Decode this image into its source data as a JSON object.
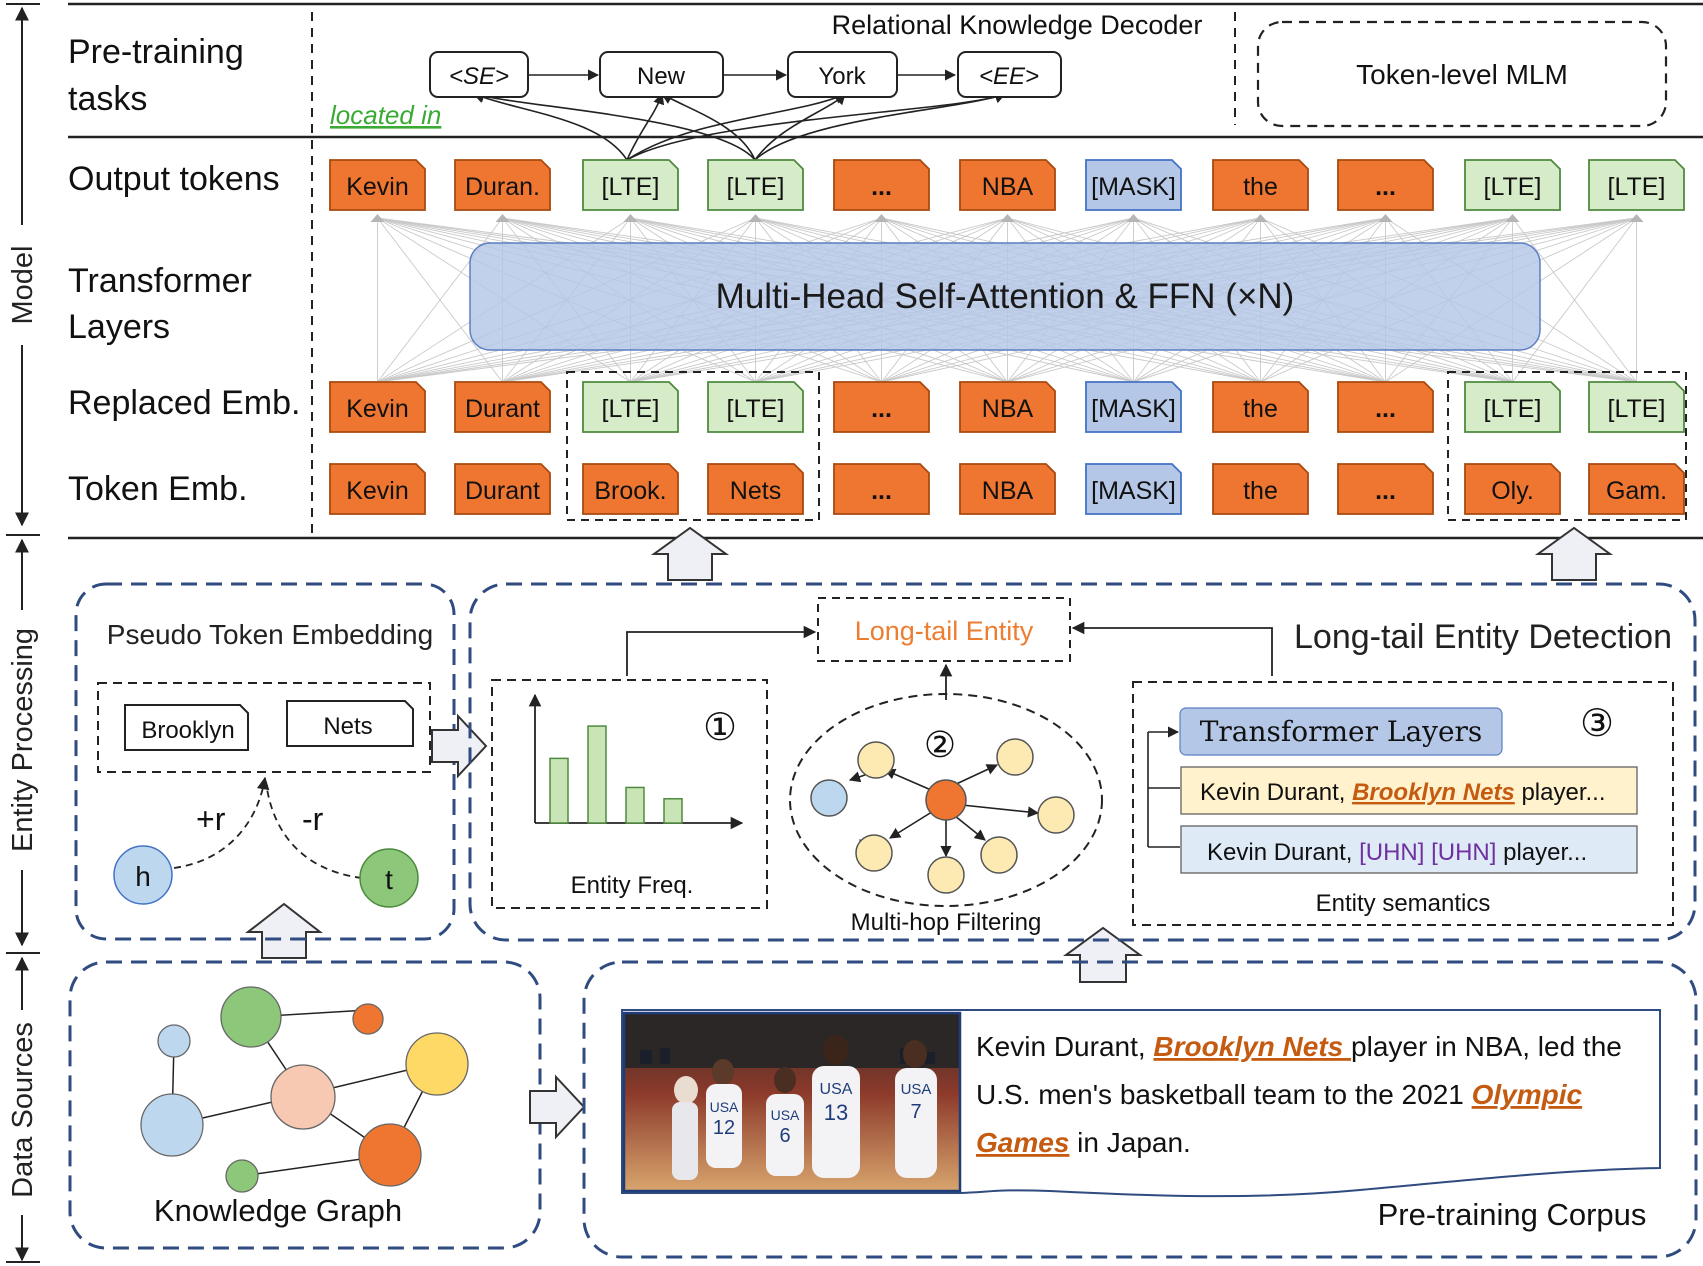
{
  "sides": {
    "model": "Model",
    "entity_processing": "Entity Processing",
    "data_sources": "Data Sources"
  },
  "rows": {
    "pretraining": [
      "Pre-training",
      "tasks"
    ],
    "output": "Output tokens",
    "transformer": [
      "Transformer",
      "Layers"
    ],
    "replaced": "Replaced Emb.",
    "token": "Token Emb."
  },
  "decoder": {
    "title": "Relational Knowledge Decoder",
    "tokens": [
      "<SE>",
      "New",
      "York",
      "<EE>"
    ],
    "relation": "located in"
  },
  "mlm": "Token-level MLM",
  "output_tokens": [
    "Kevin",
    "Duran.",
    "[LTE]",
    "[LTE]",
    "...",
    "NBA",
    "[MASK]",
    "the",
    "...",
    "[LTE]",
    "[LTE]"
  ],
  "replaced_tokens": [
    "Kevin",
    "Durant",
    "[LTE]",
    "[LTE]",
    "...",
    "NBA",
    "[MASK]",
    "the",
    "...",
    "[LTE]",
    "[LTE]"
  ],
  "token_emb": [
    "Kevin",
    "Durant",
    "Brook.",
    "Nets",
    "...",
    "NBA",
    "[MASK]",
    "the",
    "...",
    "Oly.",
    "Gam."
  ],
  "token_types": [
    "o",
    "o",
    "g",
    "g",
    "o",
    "o",
    "b",
    "o",
    "o",
    "g",
    "g"
  ],
  "raw_types": [
    "o",
    "o",
    "o",
    "o",
    "o",
    "o",
    "b",
    "o",
    "o",
    "o",
    "o"
  ],
  "attention": "Multi-Head Self-Attention & FFN (×N)",
  "pseudo": {
    "title": "Pseudo Token Embedding",
    "tokens": [
      "Brooklyn",
      "Nets"
    ],
    "h": "h",
    "t": "t",
    "plus_r": "+r",
    "minus_r": "-r"
  },
  "detection": {
    "title": "Long-tail Entity Detection",
    "target": "Long-tail Entity",
    "freq_label": "Entity Freq.",
    "freq_values": [
      4,
      6,
      2.2,
      1.5
    ],
    "marker1": "①",
    "marker2": "②",
    "marker3": "③",
    "multihop": "Multi-hop Filtering",
    "transformer": "Transformer Layers",
    "sent1": [
      "Kevin Durant, ",
      "Brooklyn Nets",
      " player..."
    ],
    "sent2": [
      "Kevin Durant, ",
      "[UHN] [UHN]",
      " player..."
    ],
    "semantics": "Entity semantics"
  },
  "kg": "Knowledge Graph",
  "corpus": {
    "title": "Pre-training Corpus",
    "line1": [
      "Kevin Durant, ",
      "Brooklyn Nets ",
      "player in NBA,  led the"
    ],
    "line2": [
      "U.S. men's basketball team to the 2021 ",
      "Olympic"
    ],
    "line3": [
      "Games",
      " in Japan."
    ]
  },
  "colors": {
    "orange": "#ee7630",
    "green": "#d6ecc8",
    "blue": "#b4c7e7",
    "dashblue": "#2f4b80",
    "entity": "#c55a11",
    "uhn": "#7030a0",
    "lte_text": "#ed7d31",
    "located": "#3aaa35",
    "bar": "#c9e5b8"
  }
}
